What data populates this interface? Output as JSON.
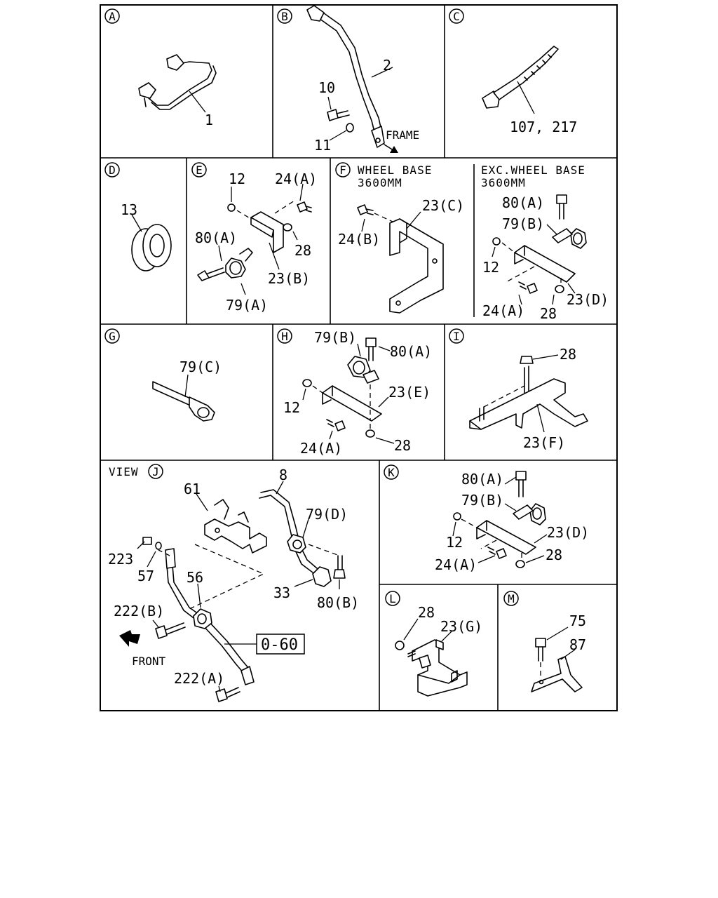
{
  "panels": {
    "A": {
      "letter": "A",
      "labels": [
        "1"
      ]
    },
    "B": {
      "letter": "B",
      "labels": [
        "2",
        "10",
        "11"
      ],
      "note": "FRAME"
    },
    "C": {
      "letter": "C",
      "labels": [
        "107, 217"
      ]
    },
    "D": {
      "letter": "D",
      "labels": [
        "13"
      ]
    },
    "E": {
      "letter": "E",
      "labels": [
        "12",
        "24(A)",
        "28",
        "80(A)",
        "23(B)",
        "79(A)"
      ]
    },
    "F": {
      "letter": "F",
      "header_1": "WHEEL BASE",
      "header_2": "3600MM",
      "labels": [
        "24(B)",
        "23(C)"
      ]
    },
    "F2": {
      "header_1": "EXC.WHEEL BASE",
      "header_2": "3600MM",
      "labels": [
        "80(A)",
        "79(B)",
        "12",
        "24(A)",
        "28",
        "23(D)"
      ]
    },
    "G": {
      "letter": "G",
      "labels": [
        "79(C)"
      ]
    },
    "H": {
      "letter": "H",
      "labels": [
        "79(B)",
        "80(A)",
        "12",
        "23(E)",
        "24(A)",
        "28"
      ]
    },
    "I": {
      "letter": "I",
      "labels": [
        "28",
        "23(F)"
      ]
    },
    "J": {
      "letter": "J",
      "view": "VIEW",
      "labels": [
        "61",
        "8",
        "79(D)",
        "223",
        "57",
        "56",
        "33",
        "80(B)",
        "222(B)",
        "0-60",
        "222(A)"
      ],
      "front": "FRONT"
    },
    "K": {
      "letter": "K",
      "labels": [
        "80(A)",
        "79(B)",
        "12",
        "23(D)",
        "24(A)",
        "28"
      ]
    },
    "L": {
      "letter": "L",
      "labels": [
        "28",
        "23(G)"
      ]
    },
    "M": {
      "letter": "M",
      "labels": [
        "75",
        "87"
      ]
    }
  }
}
